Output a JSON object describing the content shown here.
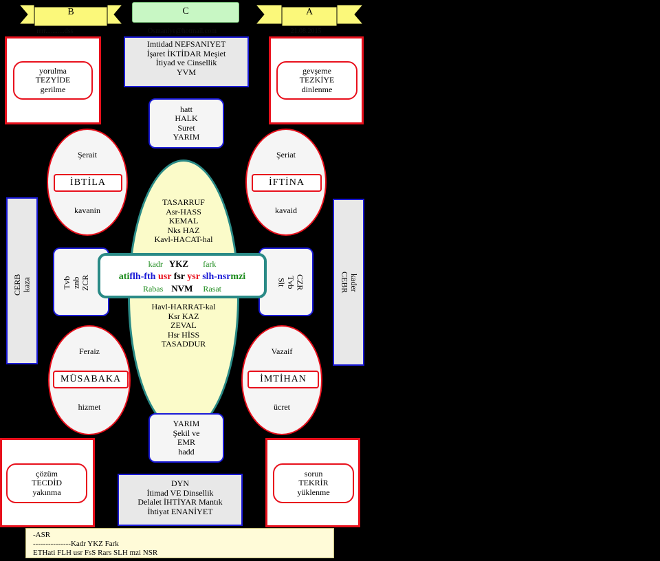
{
  "colors": {
    "background": "#000000",
    "red_border": "#e8101c",
    "blue_border": "#1a1ad6",
    "teal_border": "#2a8a86",
    "banner_yellow": "#fbf87a",
    "header_green": "#c8f7c4",
    "ellipse_fill": "#fbfbc9",
    "bottom_fill": "#fffbd8",
    "green_text": "#1a8a1a",
    "blue_text": "#1a1ad6",
    "red_text": "#e8101c"
  },
  "header": {
    "left_banner": "B",
    "center_box": "C",
    "right_banner": "A",
    "left_caption": "rrrr...........dss",
    "center_caption": "Osmaniye@hotmail.com",
    "right_caption": "21.08.2015"
  },
  "top_center_box": [
    "Imtidad NEFSANIYET",
    "İşaret İKTİDAR Meşiet",
    "İtiyad ve  Cinsellik",
    "YVM"
  ],
  "bottom_center_box": [
    "DYN",
    "İtimad VE Dinsellik",
    "Delalet İHTİYAR Mantık",
    "İhtiyat ENANİYET"
  ],
  "corner_top_left": [
    "yorulma",
    "TEZYİDE",
    "gerilme"
  ],
  "corner_top_right": [
    "gevşeme",
    "TEZKİYE",
    "dinlenme"
  ],
  "corner_bottom_left": [
    "çözüm",
    "TECDİD",
    "yakınma"
  ],
  "corner_bottom_right": [
    "sorun",
    "TEKRİR",
    "yüklenme"
  ],
  "top_mid_box": [
    "hatt",
    "HALK",
    "Suret",
    "YARIM"
  ],
  "bottom_mid_box": [
    "YARIM",
    "Şekil ve",
    "EMR",
    "hadd"
  ],
  "ellipse_tl": {
    "top": "Şerait",
    "label": "İBTİLA",
    "bottom": "kavanin"
  },
  "ellipse_tr": {
    "top": "Şeriat",
    "label": "İFTİNA",
    "bottom": "kavaid"
  },
  "ellipse_bl": {
    "top": "Feraiz",
    "label": "MÜSABAKA",
    "bottom": "hizmet"
  },
  "ellipse_br": {
    "top": "Vazaif",
    "label": "İMTİHAN",
    "bottom": "ücret"
  },
  "center_ellipse_top": [
    "TASARRUF",
    "Asr-HASS",
    "KEMAL",
    "Nks HAZ",
    "Kavl-HACAT-hal"
  ],
  "center_ellipse_bottom": [
    "Havl-HARRAT-kal",
    "Ksr KAZ",
    "ZEVAL",
    "Hsr HİSS",
    "TASADDUR"
  ],
  "center_box": {
    "row1": {
      "left": "kadr",
      "mid": "YKZ",
      "right": "fark"
    },
    "row2": [
      {
        "text": "ati",
        "color": "green"
      },
      {
        "text": "flh-fth ",
        "color": "blue"
      },
      {
        "text": "usr ",
        "color": "red"
      },
      {
        "text": "fsr ",
        "color": "black"
      },
      {
        "text": "ysr ",
        "color": "red"
      },
      {
        "text": "slh-nsr",
        "color": "blue"
      },
      {
        "text": "mzi",
        "color": "green"
      }
    ],
    "row3": {
      "left": "Rabas",
      "mid": "NVM",
      "right": "Rasat"
    }
  },
  "side_left_small": [
    "Tvb",
    "znb",
    "ZCR"
  ],
  "side_right_small": [
    "CZR",
    "Tvb",
    "Slt"
  ],
  "side_far_left": [
    "CERB",
    "kaza"
  ],
  "side_far_right": [
    "kader",
    "CEBR"
  ],
  "bottom_note": [
    "-ASR",
    "---------------Kadr   YKZ        Fark",
    "ETHati FLH usr FsS Rars SLH mzi NSR"
  ]
}
